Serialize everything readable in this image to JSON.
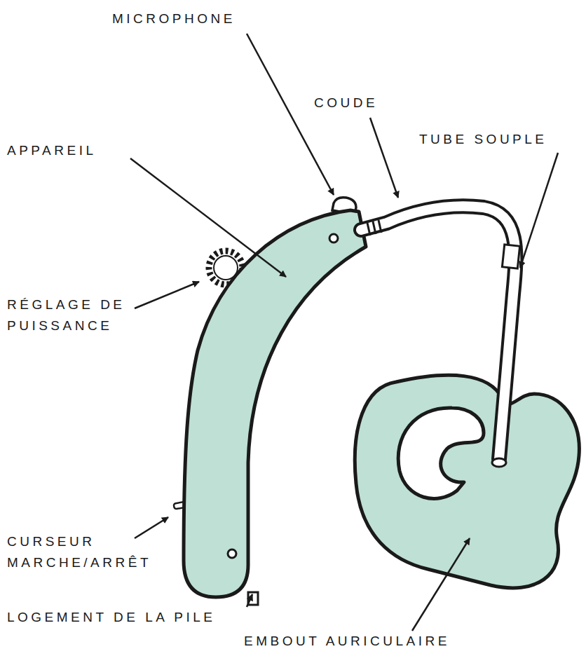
{
  "diagram": {
    "labels": [
      "MICROPHONE",
      "COUDE",
      "TUBE SOUPLE",
      "APPAREIL",
      "RÉGLAGE DE PUISSANCE",
      "CURSEUR MARCHE/ARRÊT",
      "LOGEMENT DE LA PILE",
      "EMBOUT AURICULAIRE"
    ]
  }
}
